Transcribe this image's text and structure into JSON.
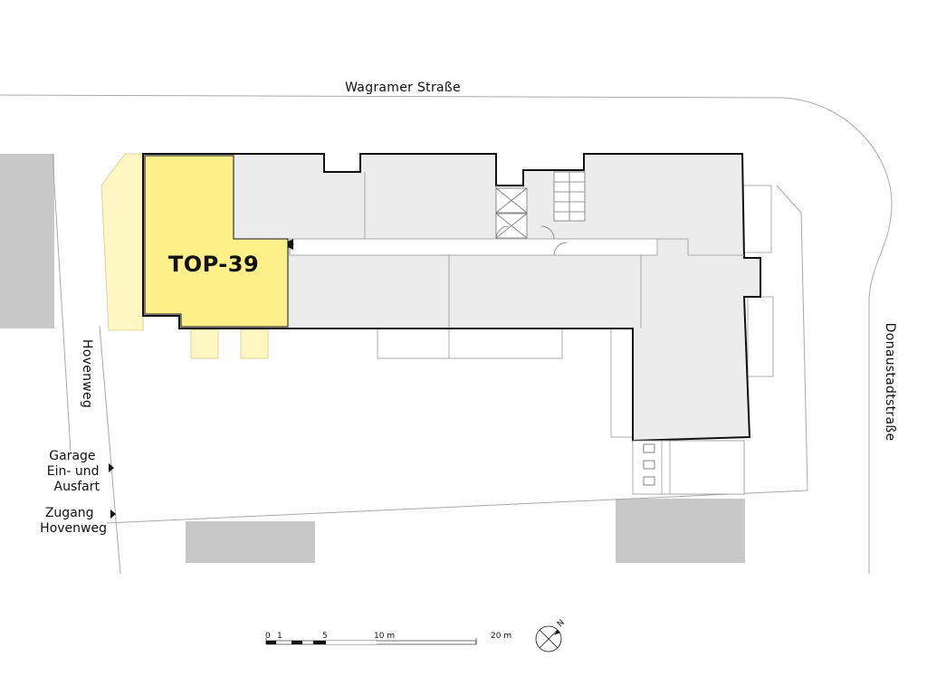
{
  "streets": {
    "north": "Wagramer Straße",
    "west": "Hovenweg",
    "east": "Donaustadtstraße"
  },
  "unit": {
    "label": "TOP-39",
    "highlight_color": "#fdf08a",
    "terrace_color": "#fef6c3"
  },
  "access": {
    "garage": [
      "Garage",
      "Ein- und",
      "Ausfart"
    ],
    "entrance": [
      "Zugang",
      "Hovenweg"
    ]
  },
  "scale_bar": {
    "labels": [
      "0",
      "1",
      "5",
      "10 m",
      "20 m"
    ]
  },
  "compass": {
    "north_label": "N"
  },
  "colors": {
    "building_fill": "#ececec",
    "neighbor_fill": "#c8c8c8",
    "outline": "#111111",
    "thin_line": "#999999"
  }
}
